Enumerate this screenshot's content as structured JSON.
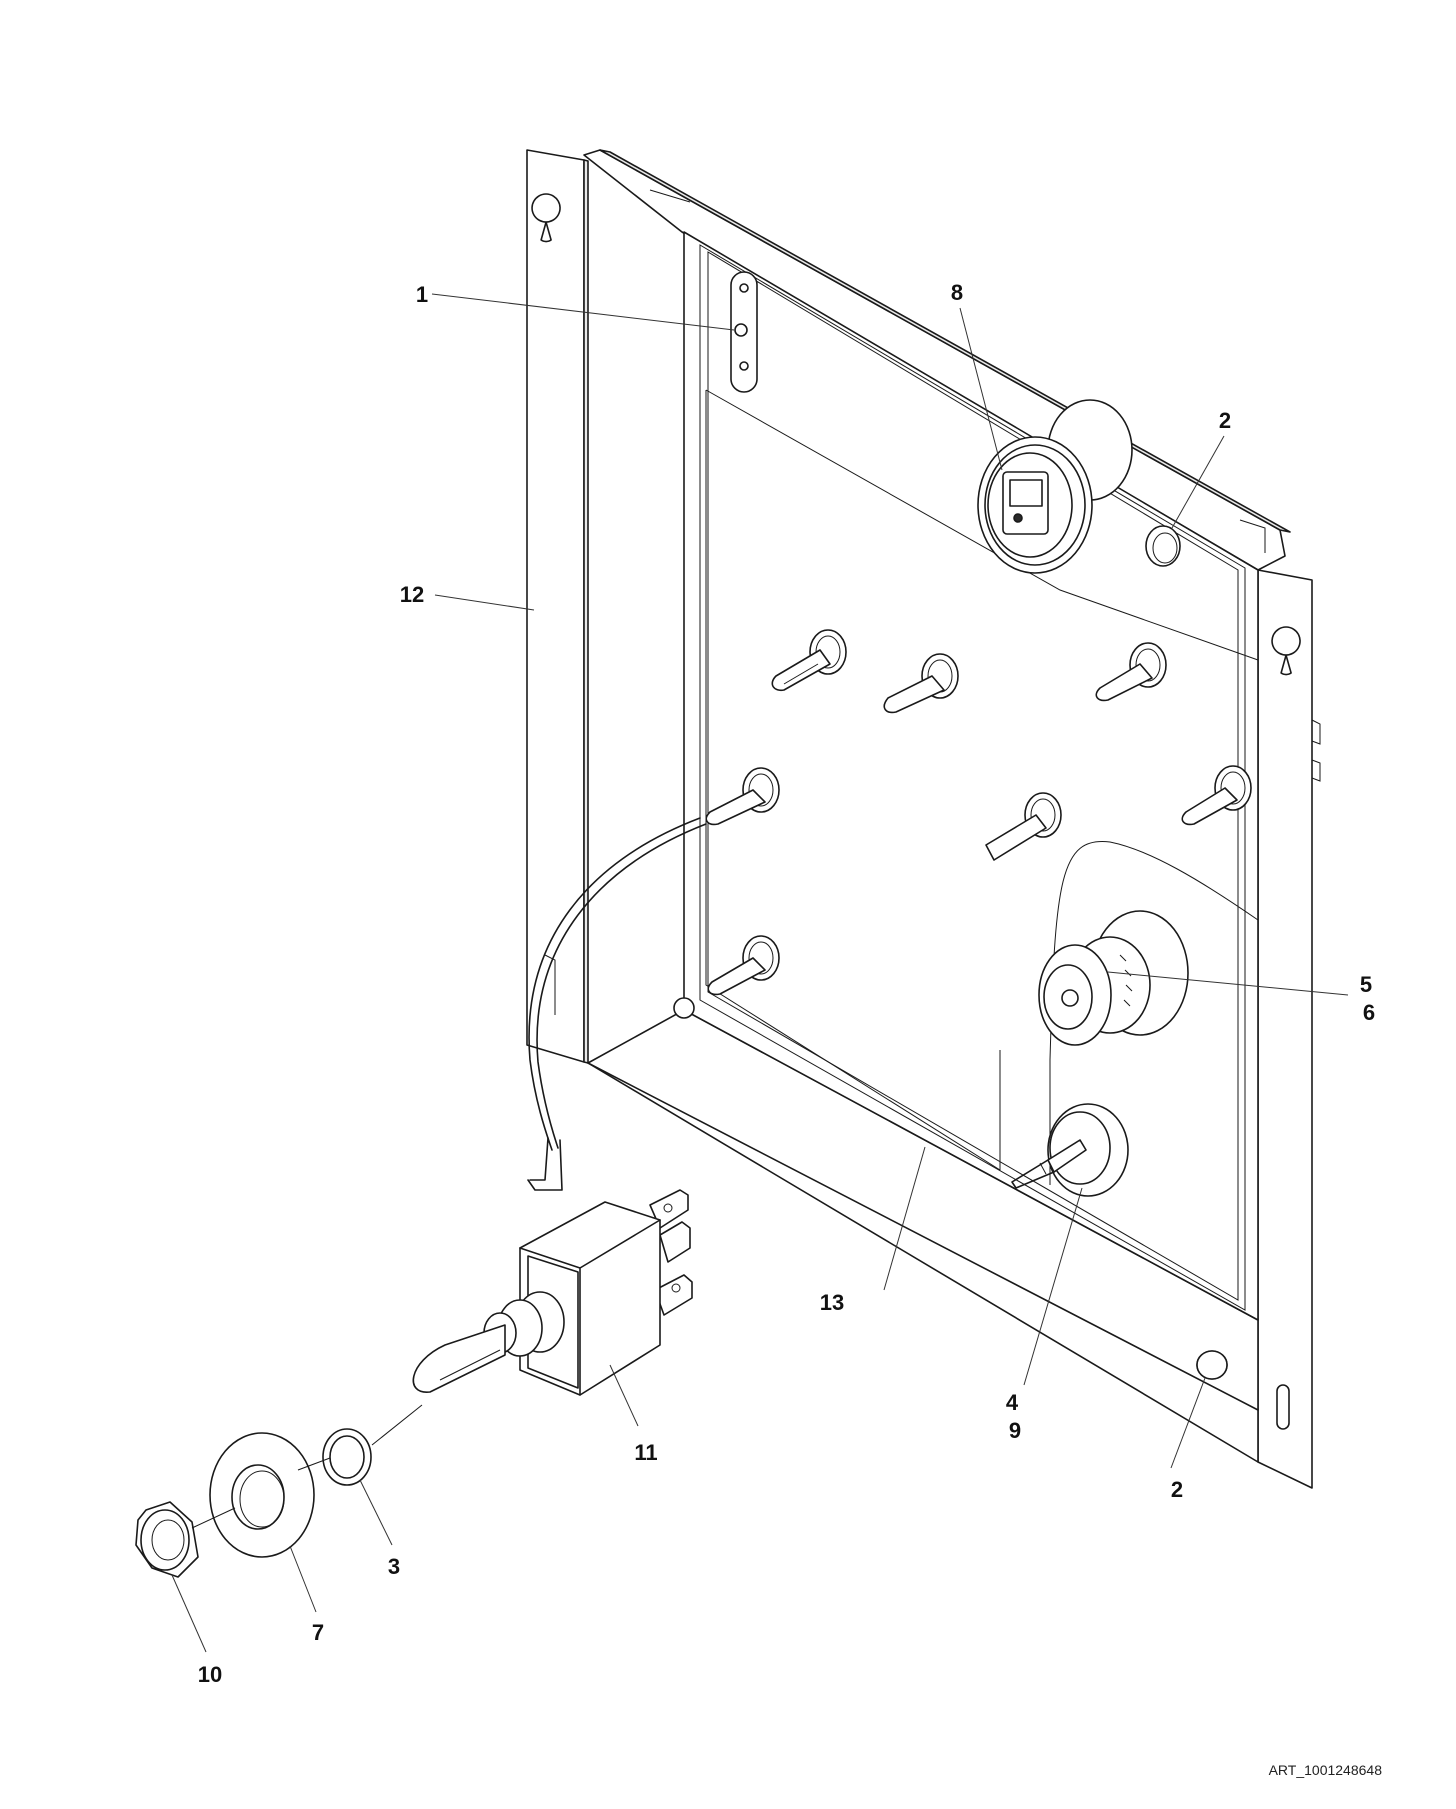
{
  "callouts": [
    {
      "id": "c1",
      "lines": [
        "1"
      ]
    },
    {
      "id": "c2a",
      "lines": [
        "2"
      ]
    },
    {
      "id": "c2b",
      "lines": [
        "2"
      ]
    },
    {
      "id": "c3",
      "lines": [
        "3"
      ]
    },
    {
      "id": "c49",
      "lines": [
        "4",
        "9"
      ]
    },
    {
      "id": "c56",
      "lines": [
        "5",
        "6"
      ]
    },
    {
      "id": "c7",
      "lines": [
        "7"
      ]
    },
    {
      "id": "c8",
      "lines": [
        "8"
      ]
    },
    {
      "id": "c10",
      "lines": [
        "10"
      ]
    },
    {
      "id": "c11",
      "lines": [
        "11"
      ]
    },
    {
      "id": "c12",
      "lines": [
        "12"
      ]
    },
    {
      "id": "c13",
      "lines": [
        "13"
      ]
    }
  ],
  "art_code": "ART_1001248648",
  "colors": {
    "line": "#1a1a1a",
    "background": "#ffffff"
  }
}
